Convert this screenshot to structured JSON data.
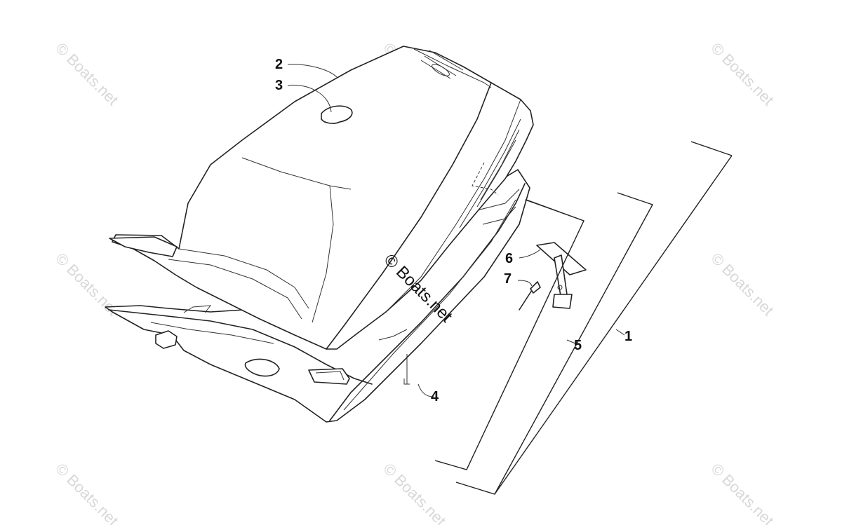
{
  "watermark": "© Boats.net",
  "center_watermark": "© Boats.net",
  "callouts": {
    "c1": "1",
    "c2": "2",
    "c3": "3",
    "c4": "4",
    "c5": "5",
    "c6": "6",
    "c7": "7"
  }
}
